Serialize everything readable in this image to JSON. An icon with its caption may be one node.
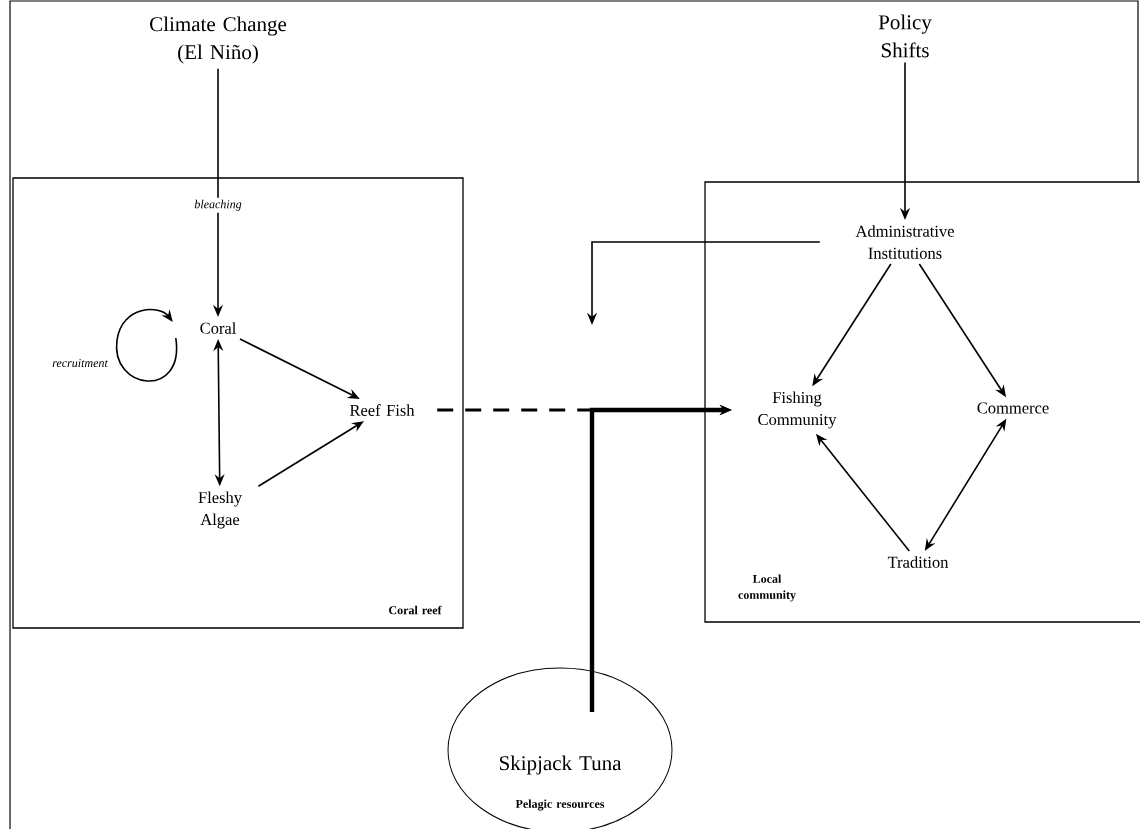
{
  "diagram": {
    "nodes": [
      {
        "text": [
          "Climate Change (El Niño)"
        ]
      },
      {
        "text": [
          "Policy Shifts"
        ]
      },
      {
        "text": [
          "Coral reef"
        ]
      },
      {
        "text": [
          "Coral"
        ],
        "in": 2
      },
      {
        "text": [
          "Reef Fish"
        ],
        "in": 2
      },
      {
        "text": [
          "Fleshy Algae"
        ],
        "in": 2
      },
      {
        "text": [
          "Local community"
        ]
      },
      {
        "text": [
          "Administrative Institutions"
        ],
        "in": 6
      },
      {
        "text": [
          "Fishing Community"
        ],
        "in": 6
      },
      {
        "text": [
          "Commerce"
        ],
        "in": 6
      },
      {
        "text": [
          "Tradition"
        ],
        "in": 6
      },
      {
        "text": [
          "Skipjack Tuna",
          "Pelagic resources"
        ]
      }
    ],
    "edges": [
      {
        "from": 0,
        "to": 3,
        "arrow": "to",
        "label": "bleaching"
      },
      {
        "from": 1,
        "to": 7,
        "arrow": "to"
      },
      {
        "from": 3,
        "to": 3,
        "arrow": "to",
        "label": "recruitment"
      },
      {
        "from": 3,
        "to": 4,
        "arrow": "to"
      },
      {
        "from": 3,
        "to": 5,
        "arrow": "both"
      },
      {
        "from": 5,
        "to": 4,
        "arrow": "to"
      },
      {
        "from": 7,
        "to": null,
        "arrow": "to"
      },
      {
        "from": 7,
        "to": 8,
        "arrow": "to"
      },
      {
        "from": 7,
        "to": 9,
        "arrow": "to"
      },
      {
        "from": 10,
        "to": 8,
        "arrow": "to"
      },
      {
        "from": 9,
        "to": 10,
        "arrow": "both"
      },
      {
        "from": 4,
        "to": 8,
        "arrow": "to",
        "style": "dashed"
      },
      {
        "from": 11,
        "to": 8,
        "arrow": "to",
        "style": "thick"
      }
    ]
  }
}
